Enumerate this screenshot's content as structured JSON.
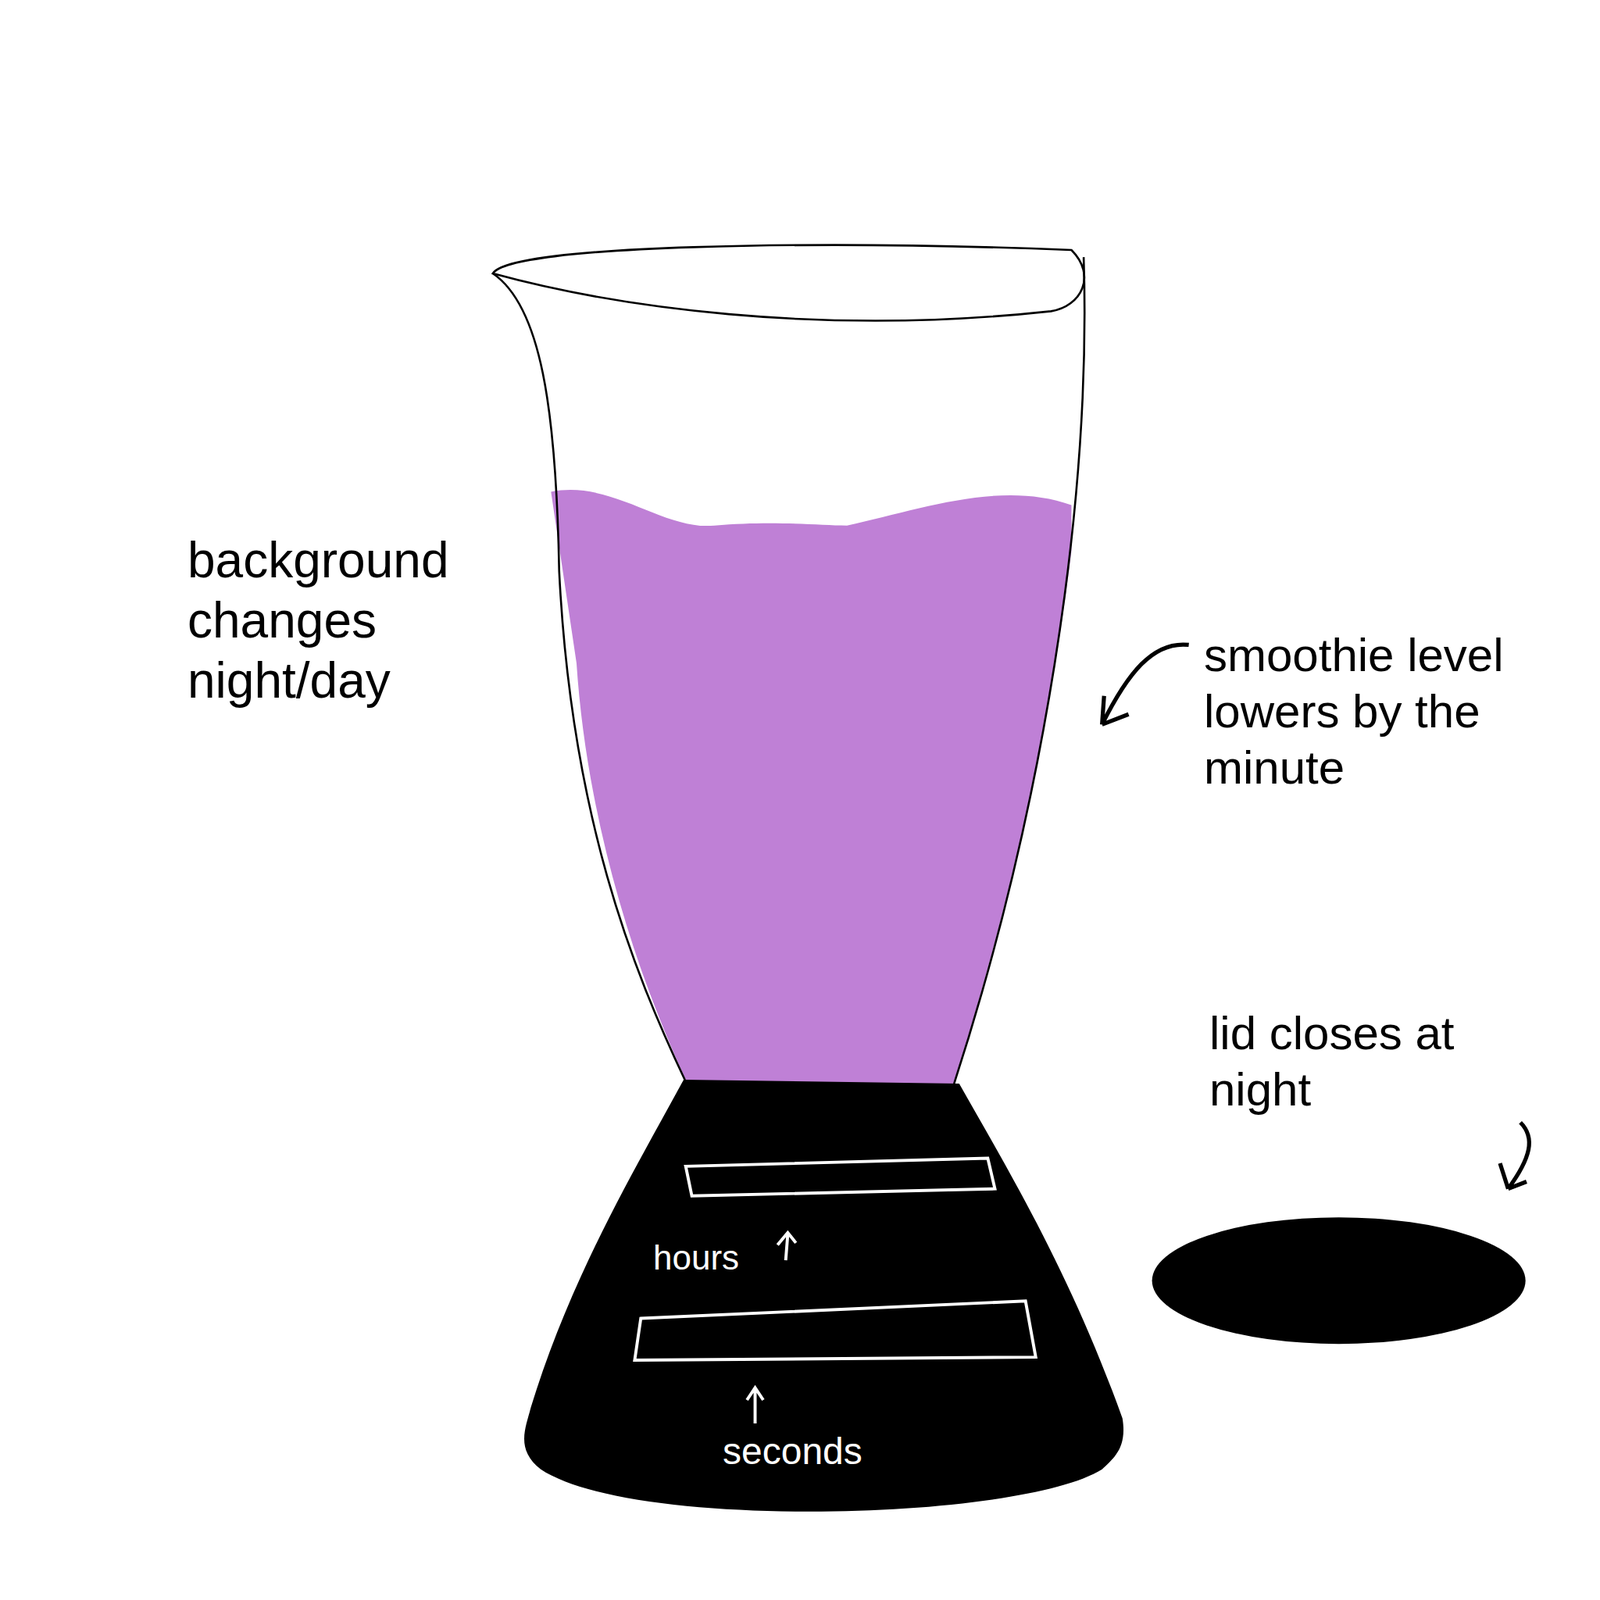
{
  "diagram": {
    "labels": [
      "background changes night/day",
      "smoothie level lowers by the minute",
      "lid closes at night",
      "hours",
      "seconds"
    ]
  }
}
